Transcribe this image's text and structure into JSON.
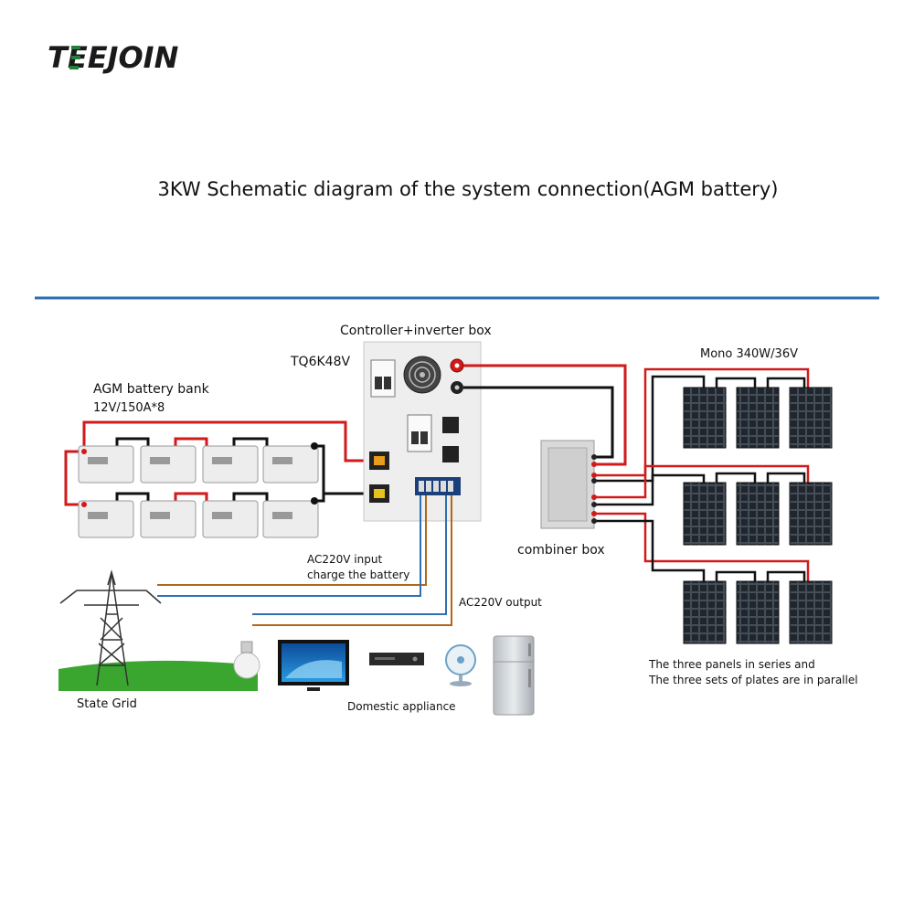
{
  "brand": {
    "logo_text": "TEEJOIN",
    "logo_color": "#1f7f3b"
  },
  "title": "3KW Schematic diagram of the system connection(AGM battery)",
  "labels": {
    "inverter_box": "Controller+inverter box",
    "model": "TQ6K48V",
    "battery_bank": "AGM battery bank",
    "battery_spec": "12V/150A*8",
    "panels": "Mono 340W/36V",
    "combiner": "combiner box",
    "ac_input_line1": "AC220V input",
    "ac_input_line2": "charge the battery",
    "ac_output": "AC220V output",
    "state_grid": "State Grid",
    "appliance": "Domestic appliance",
    "panel_note_line1": "The three panels in series and",
    "panel_note_line2": "The three sets of plates are in parallel"
  },
  "colors": {
    "divider": "#2a6fb0",
    "positive_wire": "#d11a1a",
    "negative_wire": "#111111",
    "ac_live": "#b5651d",
    "ac_neutral": "#2f6fb5",
    "panel_cell": "#1e2630",
    "inverter_body": "#eeeeee",
    "grass": "#3aa62f"
  }
}
